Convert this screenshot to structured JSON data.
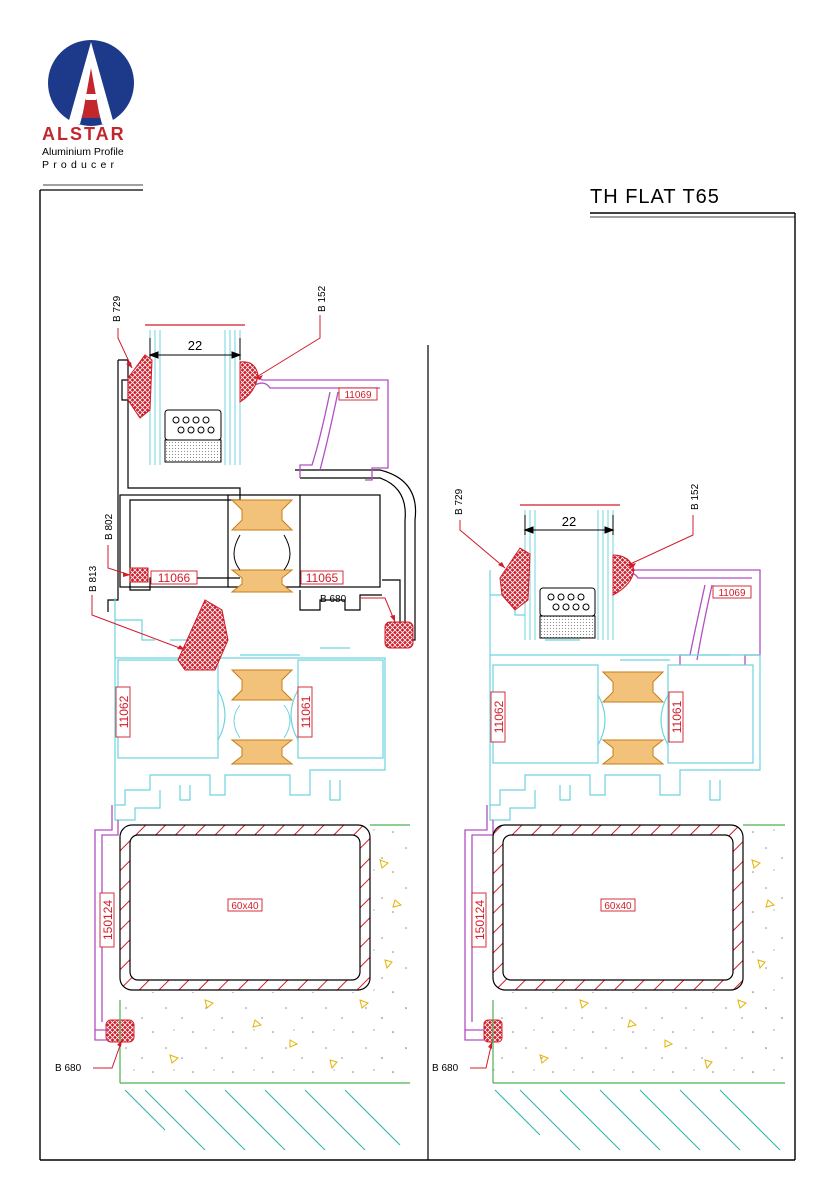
{
  "brand": {
    "name": "ALSTAR",
    "tagline_line1": "Aluminium Profile",
    "tagline_line2": "Producer"
  },
  "drawing_title": "TH FLAT T65",
  "left_detail": {
    "glass_dimension": "22",
    "labels": {
      "b729": "B 729",
      "b152": "B 152",
      "b802": "B 802",
      "b813": "B 813",
      "b680_mid": "B 680",
      "b680_bottom": "B 680",
      "p11069": "11069",
      "p11066": "11066",
      "p11065": "11065",
      "p11062": "11062",
      "p11061": "11061",
      "p150124": "150124",
      "tube": "60x40"
    }
  },
  "right_detail": {
    "glass_dimension": "22",
    "labels": {
      "b729": "B 729",
      "b152": "B 152",
      "b680_bottom": "B 680",
      "p11069": "11069",
      "p11062": "11062",
      "p11061": "11061",
      "p150124": "150124",
      "tube": "60x40"
    }
  },
  "colors": {
    "frame_outline": "#000000",
    "seal_red": "#d11c2a",
    "thermal_break": "#e8a23c",
    "sash_cyan": "#6fd3df",
    "bead_magenta": "#b24fc4",
    "ground_green": "#4caf50",
    "concrete_dots": "#e2b400",
    "hatch_teal": "#2bb3a8",
    "logo_blue": "#1d3a8a",
    "logo_red": "#c1272d"
  }
}
